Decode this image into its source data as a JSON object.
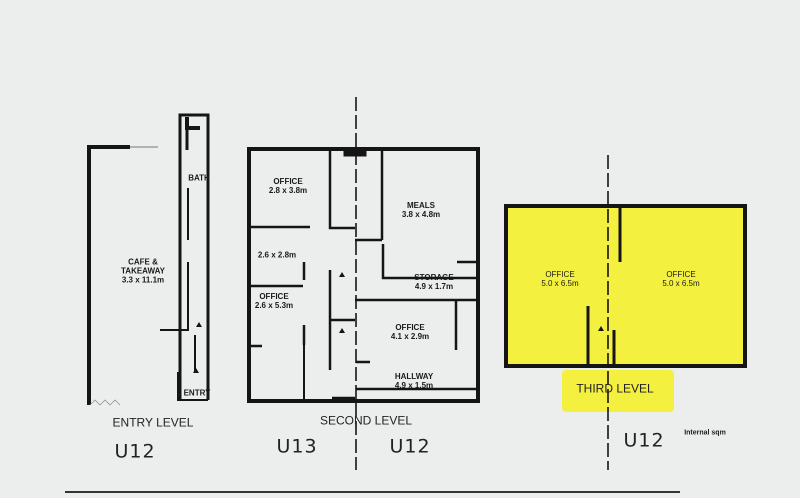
{
  "colors": {
    "highlight": "#f4f03f",
    "wall": "#151515",
    "paper": "#eceeee"
  },
  "entry_level": {
    "label": "ENTRY LEVEL",
    "unit": "U12",
    "rooms": [
      {
        "name": "CAFE &\nTAKEAWAY",
        "size": "3.3 x 11.1m"
      },
      {
        "name": "BATH",
        "size": ""
      },
      {
        "name": "ENTRY",
        "size": ""
      }
    ]
  },
  "second_level": {
    "label": "SECOND LEVEL",
    "units": [
      "U13",
      "U12"
    ],
    "rooms": [
      {
        "name": "OFFICE",
        "size": "2.8 x 3.8m"
      },
      {
        "name": "",
        "size": "2.6 x 2.8m"
      },
      {
        "name": "OFFICE",
        "size": "2.6 x 5.3m"
      },
      {
        "name": "MEALS",
        "size": "3.8 x 4.8m"
      },
      {
        "name": "STORAGE",
        "size": "4.9 x 1.7m"
      },
      {
        "name": "OFFICE",
        "size": "4.1 x 2.9m"
      },
      {
        "name": "HALLWAY",
        "size": "4.9 x 1.5m"
      }
    ]
  },
  "third_level": {
    "label": "THIRD LEVEL",
    "unit": "U12",
    "note": "Internal sqm",
    "rooms": [
      {
        "name": "OFFICE",
        "size": "5.0 x 6.5m"
      },
      {
        "name": "OFFICE",
        "size": "5.0 x 6.5m"
      }
    ]
  }
}
